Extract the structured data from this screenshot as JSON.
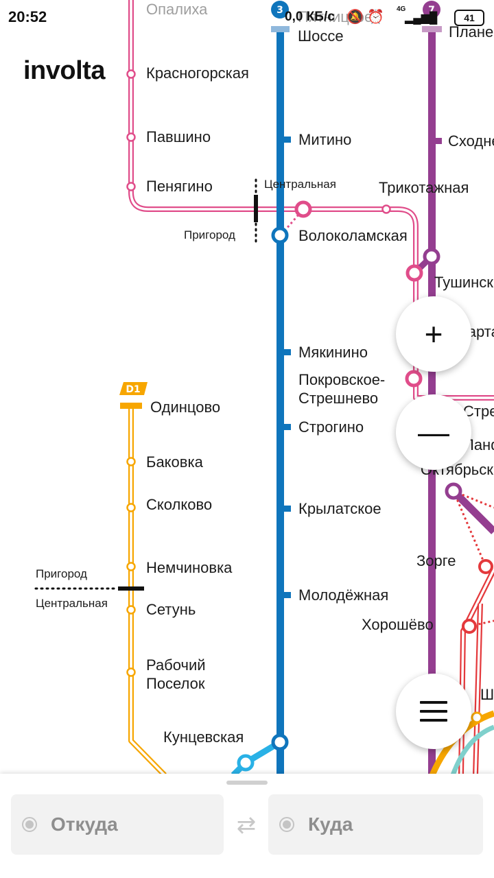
{
  "status_bar": {
    "time": "20:52",
    "net_speed": "0,0 КБ/с",
    "network": "4G",
    "battery": "41"
  },
  "logo": {
    "text": "involta"
  },
  "lines": {
    "line3_badge": "3",
    "line7_badge": "7",
    "d1_badge": "D1"
  },
  "stations": {
    "opalikha": "Опалиха",
    "krasnogorskaya": "Красногорская",
    "pavshino": "Павшино",
    "penyagino": "Пенягино",
    "pyatnitskoe_1": "Пятницкое",
    "pyatnitskoe_2": "Шоссе",
    "mitino": "Митино",
    "planernaya": "Планерная",
    "skhodnenskaya": "Сходненская",
    "trikotazhnaya": "Трикотажная",
    "volokolamskaya": "Волоколамская",
    "tushinskaya": "Тушинская",
    "spartak": "Спартак",
    "myakinino": "Мякинино",
    "pokrovskoe_1": "Покровское-",
    "pokrovskoe_2": "Стрешнево",
    "streshnevo": "Стрешнево",
    "strogino": "Строгино",
    "panfilovskaya": "Панфиловская",
    "oktyabrskoe": "Октябрьское поле",
    "odintsovo": "Одинцово",
    "bakovka": "Баковка",
    "skolkovo": "Сколково",
    "krylatskoe": "Крылатское",
    "zorge": "Зорге",
    "nemchinovka": "Немчиновка",
    "setun": "Сетунь",
    "molodezhnaya": "Молодёжная",
    "khoroshevo": "Хорошёво",
    "rabochiy_1": "Рабочий",
    "rabochiy_2": "Поселок",
    "kuntsevskaya": "Кунцевская",
    "sh_label": "Ш"
  },
  "zones": {
    "central_top": "Центральная",
    "suburb_top": "Пригород",
    "suburb_left": "Пригород",
    "central_left": "Центральная"
  },
  "controls": {
    "zoom_in": "+",
    "zoom_out": "—"
  },
  "route": {
    "from_label": "Откуда",
    "to_label": "Куда",
    "swap_icon": "⇄"
  },
  "colors": {
    "line3": "#0f75bc",
    "line7": "#943e90",
    "mcd2_pink": "#e04d8a",
    "d1": "#f7a600",
    "mcc_red": "#e4393c",
    "light_blue": "#29b1e6"
  }
}
